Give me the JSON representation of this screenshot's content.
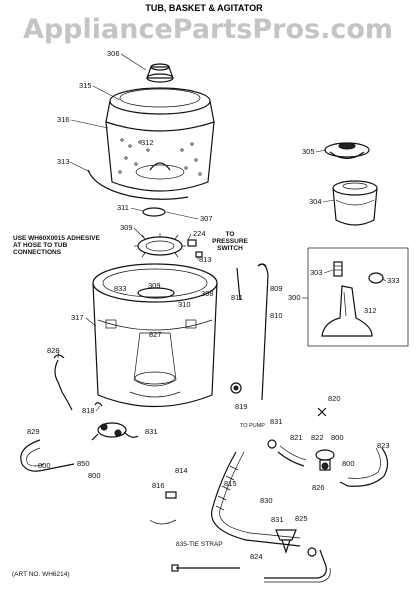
{
  "watermark": "AppliancePartsPros.com",
  "diagram_title": "TUB, BASKET & AGITATOR",
  "notes": {
    "adhesive_line1": "USE WH60X0015 ADHESIVE",
    "adhesive_line2": "AT HOSE TO TUB",
    "adhesive_line3": "CONNECTIONS",
    "pressure_line1": "TO",
    "pressure_line2": "PRESSURE",
    "pressure_line3": "SWITCH",
    "to_pump": "TO PUMP",
    "tie_strap": "835-TIE STRAP",
    "art_no": "(ART NO. WH6214)"
  },
  "part_labels": [
    "306",
    "315",
    "316",
    "312",
    "313",
    "311",
    "307",
    "309",
    "224",
    "813",
    "833",
    "309",
    "310",
    "308",
    "811",
    "809",
    "810",
    "317",
    "827",
    "828",
    "818",
    "819",
    "305",
    "304",
    "303",
    "333",
    "300",
    "312",
    "820",
    "831",
    "821",
    "822",
    "800",
    "829",
    "800",
    "850",
    "800",
    "831",
    "814",
    "816",
    "815",
    "830",
    "831",
    "825",
    "824",
    "823",
    "826",
    "800"
  ]
}
